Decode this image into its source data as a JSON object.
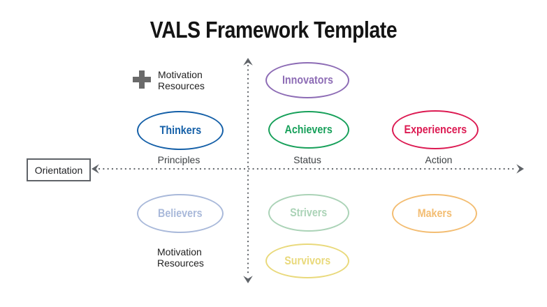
{
  "title": "VALS Framework Template",
  "colors": {
    "axis_gray": "#5f6368",
    "icon_gray": "#6a6a6a",
    "box_border_gray": "#5f6368",
    "title_black": "#141414",
    "label_gray": "#3c4043"
  },
  "legend": {
    "high": {
      "icon": "plus-icon",
      "line1": "Motivation",
      "line2": "Resources"
    },
    "low": {
      "icon": "minus-icon",
      "line1": "Motivation",
      "line2": "Resources"
    }
  },
  "axes": {
    "orientation_label": "Orientation",
    "column_labels": [
      "Principles",
      "Status",
      "Action"
    ]
  },
  "segments": [
    {
      "id": "innovators",
      "label": "Innovators",
      "color": "#8d6cb5"
    },
    {
      "id": "thinkers",
      "label": "Thinkers",
      "color": "#1560a8"
    },
    {
      "id": "achievers",
      "label": "Achievers",
      "color": "#17a05a"
    },
    {
      "id": "experiencers",
      "label": "Experiencers",
      "color": "#dc1a52"
    },
    {
      "id": "believers",
      "label": "Believers",
      "color": "#a9b9da"
    },
    {
      "id": "strivers",
      "label": "Strivers",
      "color": "#abd3b7"
    },
    {
      "id": "makers",
      "label": "Makers",
      "color": "#f3bd72"
    },
    {
      "id": "survivors",
      "label": "Survivors",
      "color": "#e9d97b"
    }
  ]
}
